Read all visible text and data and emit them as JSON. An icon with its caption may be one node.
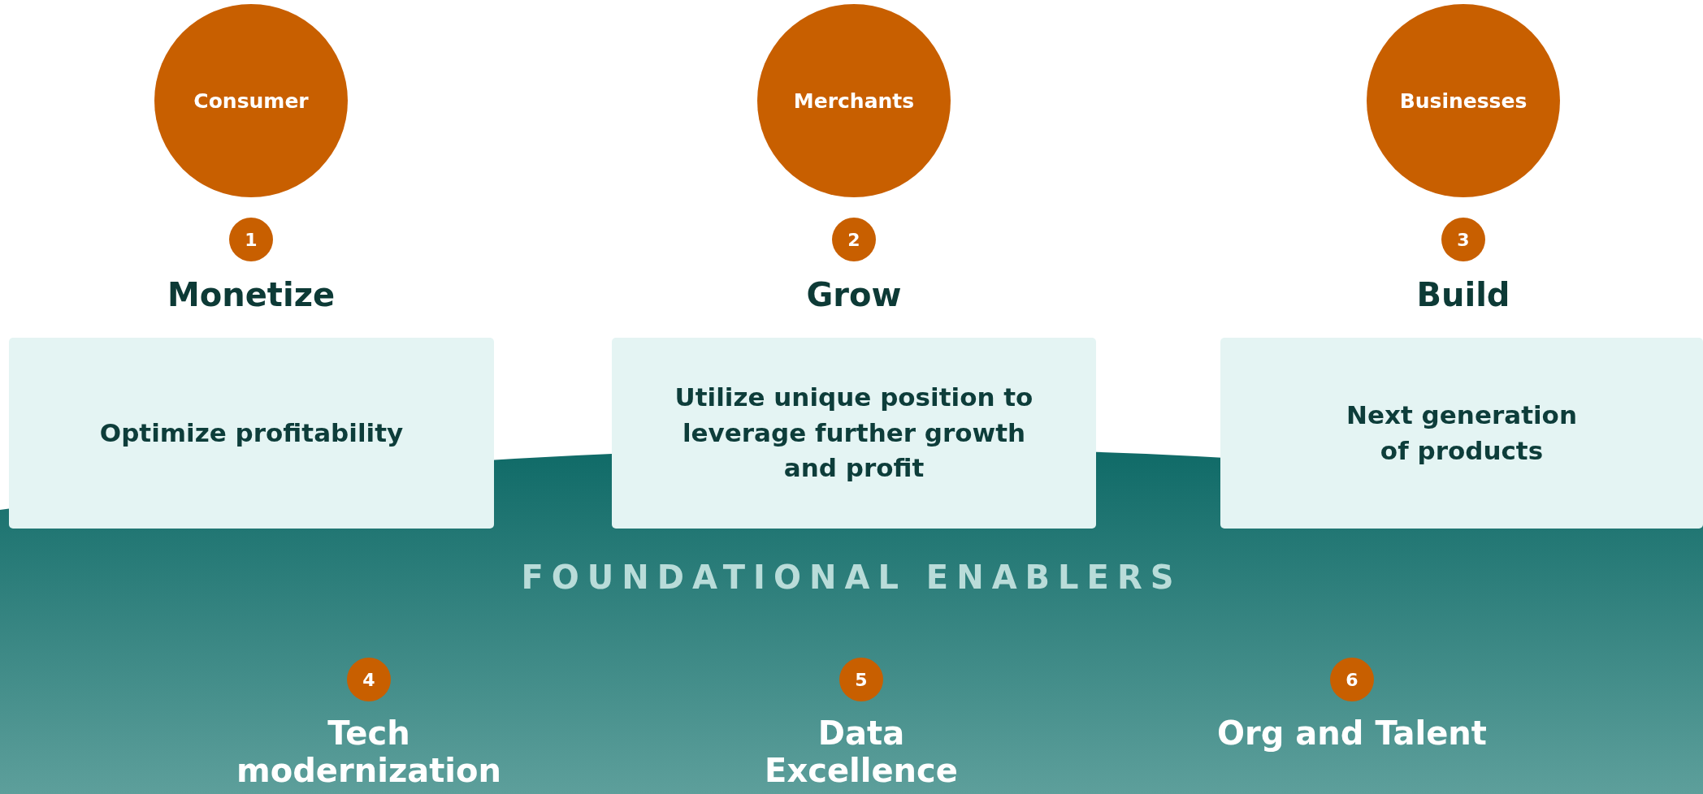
{
  "diagram": {
    "nodes": [
      {
        "text": [
          "Consumer"
        ]
      },
      {
        "text": [
          "Merchants"
        ]
      },
      {
        "text": [
          "Businesses"
        ]
      },
      {
        "text": [
          "1"
        ],
        "beside": [
          "Monetize"
        ]
      },
      {
        "text": [
          "2"
        ],
        "beside": [
          "Grow"
        ]
      },
      {
        "text": [
          "3"
        ],
        "beside": [
          "Build"
        ]
      },
      {
        "text": [
          "Optimize profitability"
        ]
      },
      {
        "text": [
          "Utilize unique position to leverage further growth and profit"
        ]
      },
      {
        "text": [
          "Next generation of products"
        ]
      },
      {
        "text": [
          "FOUNDATIONAL ENABLERS"
        ]
      },
      {
        "text": [
          "4"
        ],
        "beside": [
          "Tech modernization"
        ],
        "in": 9
      },
      {
        "text": [
          "5"
        ],
        "beside": [
          "Data Excellence"
        ],
        "in": 9
      },
      {
        "text": [
          "6"
        ],
        "beside": [
          "Org and Talent"
        ],
        "in": 9
      }
    ],
    "edges": []
  }
}
